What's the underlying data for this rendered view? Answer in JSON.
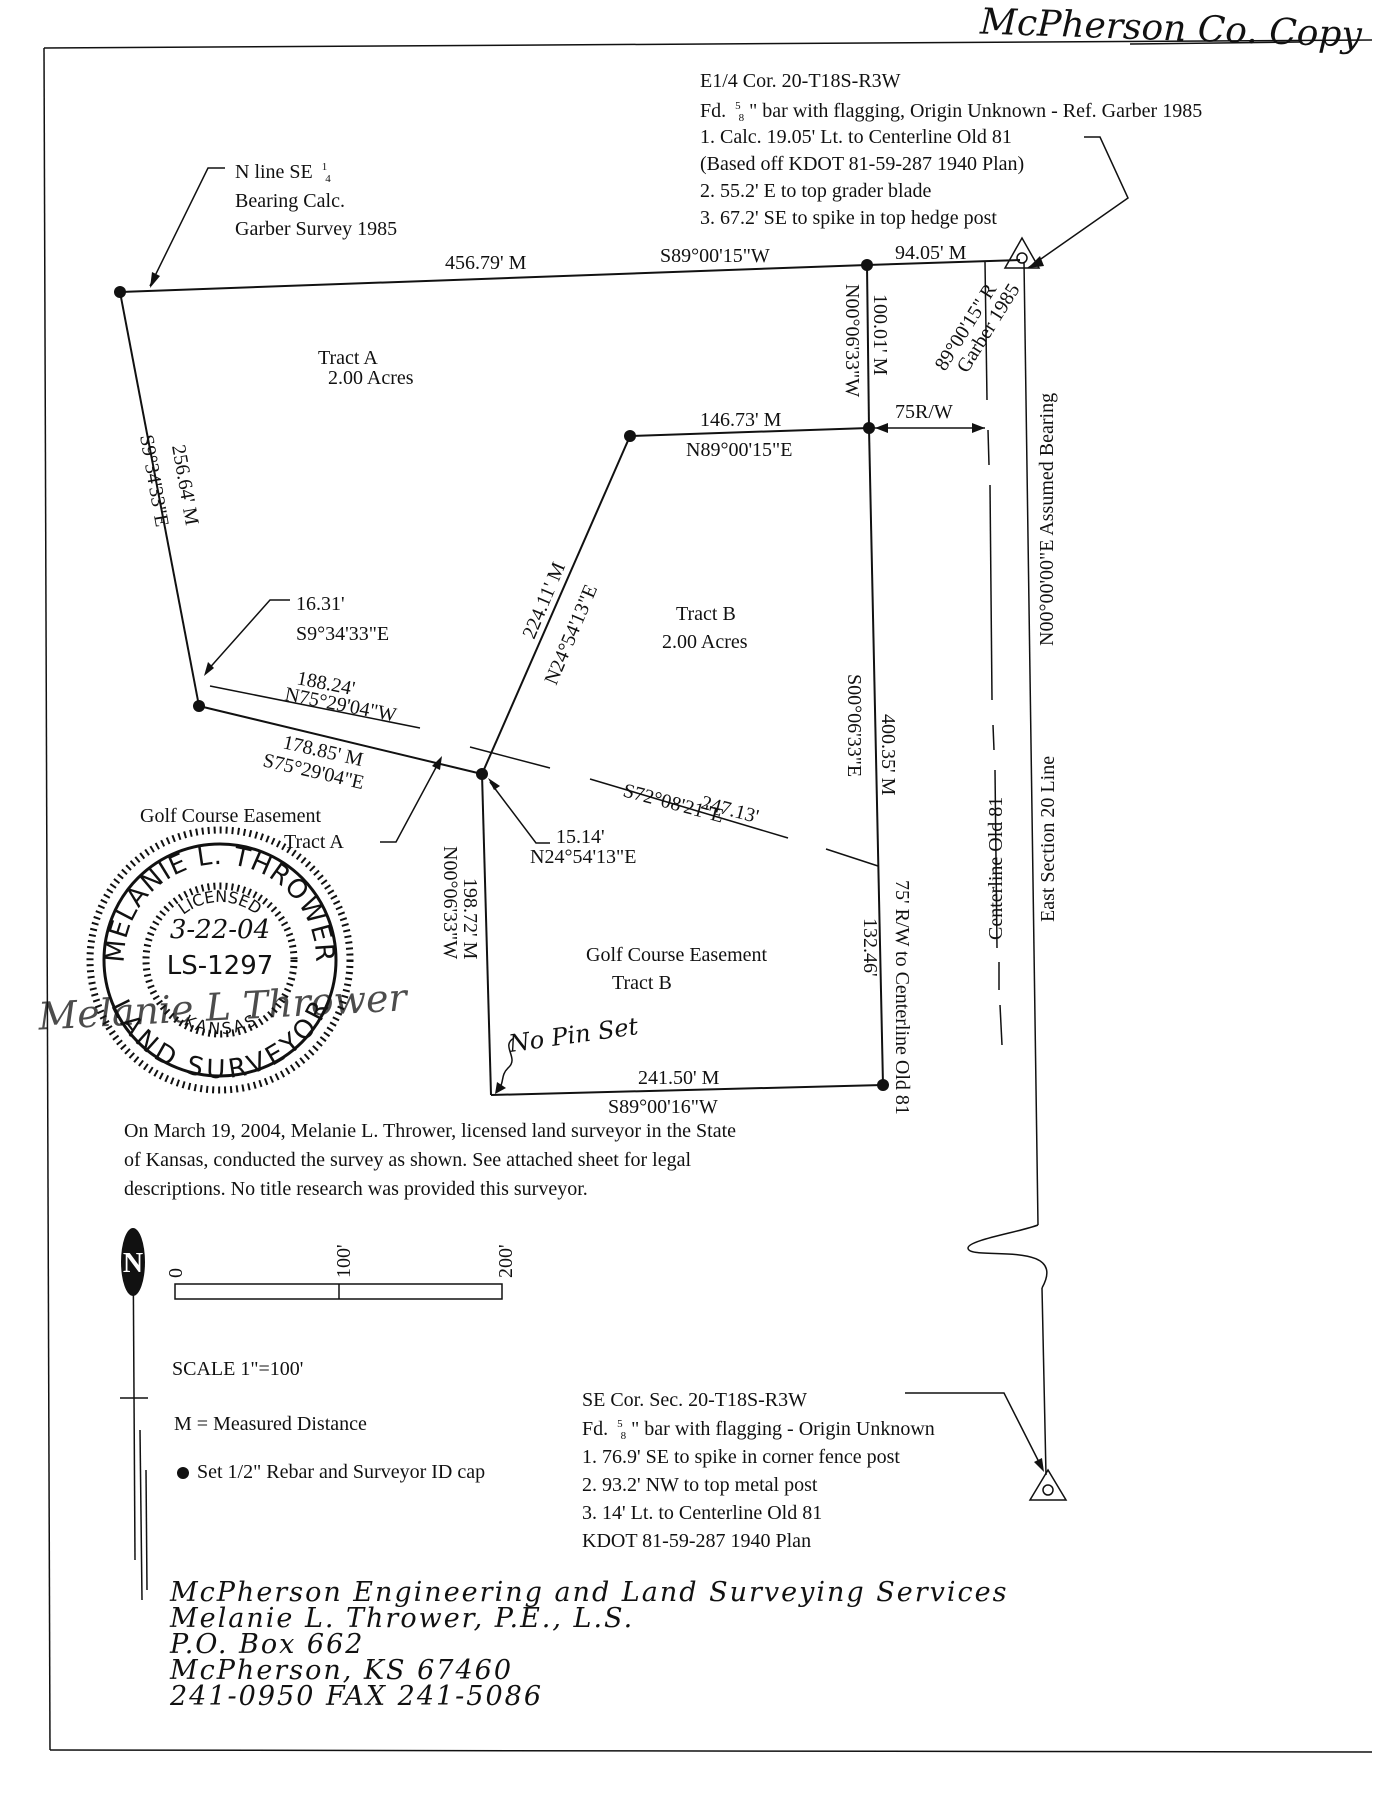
{
  "header": {
    "copy_note": "McPherson Co. Copy"
  },
  "ne_corner_note": {
    "title": "E1/4 Cor. 20-T18S-R3W",
    "fd_prefix": "Fd.",
    "fraction_num": "5",
    "fraction_den": "8",
    "fd_suffix": "\" bar with flagging, Origin Unknown - Ref. Garber 1985",
    "items": [
      "1. Calc. 19.05' Lt. to Centerline Old 81",
      "(Based off KDOT 81-59-287 1940 Plan)",
      "2. 55.2' E to top grader blade",
      "3. 67.2' SE to spike in top hedge post"
    ]
  },
  "n_line_note": {
    "line1": "N line SE",
    "frac_num": "1",
    "frac_den": "4",
    "line2": "Bearing Calc.",
    "line3": "Garber Survey 1985"
  },
  "labels": {
    "north_dist": "456.79' M",
    "north_bearing": "S89°00'15\"W",
    "ne_dist": "94.05' M",
    "ne_rot_line1": "89°00'15\" R",
    "ne_rot_line2": "Garber 1985",
    "tract_a_title": "Tract A",
    "tract_a_area": "2.00 Acres",
    "west_dist": "256.64' M",
    "west_bearing": "S9°34'33\"E",
    "east_upper_dist": "100.01' M",
    "east_upper_bearing": "N00°06'33\"W",
    "rw_75": "75R/W",
    "inner_dist": "146.73' M",
    "inner_bearing": "N89°00'15\"E",
    "diag_dist": "224.11' M",
    "diag_bearing": "N24°54'13\"E",
    "tract_b_title": "Tract B",
    "tract_b_area": "2.00 Acres",
    "east_main_dist": "400.35' M",
    "east_main_bearing": "S00°06'33\"E",
    "east_section_line": "N00°00'00\"E Assumed Bearing",
    "short_dist": "16.31'",
    "short_bearing": "S9°34'33\"E",
    "ease_line1_dist": "188.24'",
    "ease_line1_bearing": "N75°29'04\"W",
    "south_a_dist": "178.85' M",
    "south_a_bearing": "S75°29'04\"E",
    "ease_line2_dist": "247.13'",
    "ease_line2_bearing": "S72°08'21\"E",
    "golf_a_line1": "Golf Course Easement",
    "golf_a_line2": "Tract A",
    "pt_dist": "15.14'",
    "pt_bearing": "N24°54'13\"E",
    "west_lower_dist": "198.72' M",
    "west_lower_bearing": "N00°06'33\"W",
    "golf_b_line1": "Golf Course Easement",
    "golf_b_line2": "Tract B",
    "rw_to_cl": "75' R/W to Centerline Old 81",
    "east_lower_dist": "132.46'",
    "centerline": "Centerline Old 81",
    "east_section": "East Section 20 Line",
    "no_pin": "No Pin Set",
    "south_dist": "241.50' M",
    "south_bearing": "S89°00'16\"W"
  },
  "statement": [
    "On March 19, 2004, Melanie L. Thrower, licensed land surveyor in the State",
    "of Kansas, conducted the survey as shown.  See attached sheet for legal",
    "descriptions.  No title research was provided this surveyor."
  ],
  "seal": {
    "top_text": "MELANIE L. THROWER",
    "licensed": "LICENSED",
    "date": "3-22-04",
    "license_no": "LS-1297",
    "state": "KANSAS",
    "bottom_text": "LAND SURVEYOR",
    "signature": "Melanie L Thrower"
  },
  "scale_bar": {
    "north_letter": "N",
    "ticks": [
      "0",
      "100'",
      "200'"
    ],
    "scale_text": "SCALE 1\"=100'"
  },
  "legend": {
    "measured": "M = Measured Distance",
    "rebar": "Set 1/2\" Rebar and Surveyor ID cap"
  },
  "se_corner_note": {
    "title": "SE Cor. Sec. 20-T18S-R3W",
    "fd_prefix": "Fd.",
    "fraction_num": "5",
    "fraction_den": "8",
    "fd_suffix": "\" bar with flagging - Origin Unknown",
    "items": [
      "1. 76.9' SE to spike in corner fence post",
      "2. 93.2' NW to top metal post",
      "3.  14' Lt. to Centerline Old 81",
      "KDOT 81-59-287 1940 Plan"
    ]
  },
  "company": [
    "McPherson Engineering and Land Surveying Services",
    "Melanie L. Thrower, P.E., L.S.",
    "P.O. Box 662",
    "McPherson, KS   67460",
    "241-0950 FAX 241-5086"
  ]
}
